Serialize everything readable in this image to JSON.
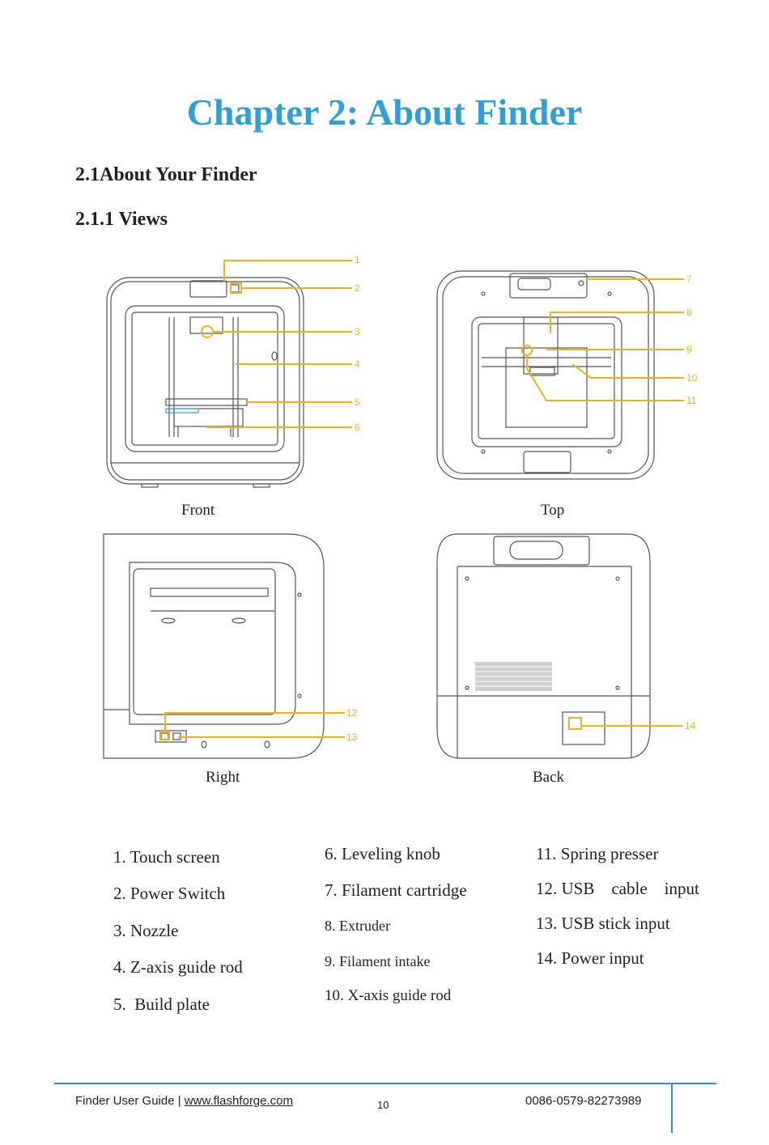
{
  "chapter_title": "Chapter 2: About Finder",
  "section_heading": "2.1About Your Finder",
  "subsection_heading": "2.1.1 Views",
  "views": {
    "front": {
      "caption": "Front",
      "callouts": [
        "1",
        "2",
        "3",
        "4",
        "5",
        "6"
      ]
    },
    "top": {
      "caption": "Top",
      "callouts": [
        "7",
        "8",
        "9",
        "10",
        "11"
      ]
    },
    "right": {
      "caption": "Right",
      "callouts": [
        "12",
        "13"
      ]
    },
    "back": {
      "caption": "Back",
      "callouts": [
        "14"
      ]
    }
  },
  "legend": {
    "col1": [
      "1. Touch screen",
      "2. Power Switch",
      "3. Nozzle",
      "4. Z-axis guide rod",
      "5.  Build plate"
    ],
    "col2": [
      "6. Leveling knob",
      "7. Filament cartridge",
      "8. Extruder",
      "9. Filament intake",
      "10. X-axis guide rod"
    ],
    "col3": [
      "11. Spring presser",
      "12. USB    cable    input",
      "13. USB stick input",
      "14. Power input"
    ]
  },
  "footer": {
    "guide": "Finder User Guide | ",
    "website": "www.flashforge.com",
    "page_number": "10",
    "phone": "0086-0579-82273989"
  },
  "colors": {
    "title": "#2e9fd8",
    "callout": "#f2b11c",
    "footer_rule": "#2e8fcf"
  }
}
